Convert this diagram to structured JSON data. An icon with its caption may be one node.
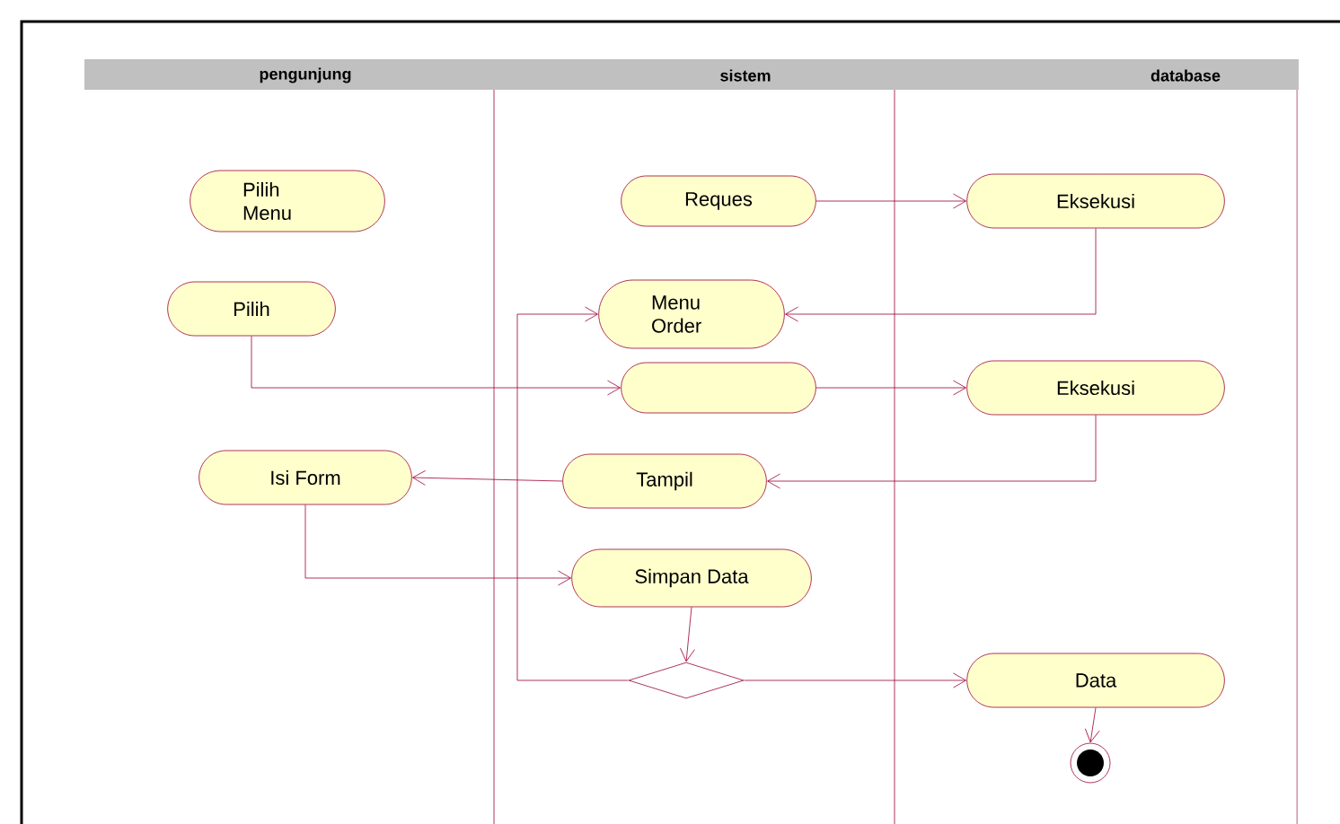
{
  "diagram": {
    "nodes": [
      {
        "text": [
          "Pilih Menu"
        ]
      },
      {
        "text": [
          "Pilih"
        ]
      },
      {
        "text": [
          "Isi Form"
        ]
      },
      {
        "text": [
          "Reques"
        ]
      },
      {
        "text": [
          "Menu Order"
        ]
      },
      {
        "text": [],
        "shape": "box"
      },
      {
        "text": [
          "Tampil"
        ]
      },
      {
        "text": [
          "Simpan Data"
        ]
      },
      {
        "text": [],
        "shape": "diamond"
      },
      {
        "text": [
          "Eksekusi"
        ]
      },
      {
        "text": [
          "Eksekusi"
        ]
      },
      {
        "text": [
          "Data"
        ]
      },
      {
        "text": [],
        "shape": "circle"
      }
    ],
    "edges": [
      {
        "from": 1,
        "to": 5,
        "arrow": "to"
      },
      {
        "from": 3,
        "to": 9,
        "arrow": "to"
      },
      {
        "from": 9,
        "to": 4,
        "arrow": "to"
      },
      {
        "from": 5,
        "to": 10,
        "arrow": "to"
      },
      {
        "from": 10,
        "to": 6,
        "arrow": "to"
      },
      {
        "from": 6,
        "to": 2,
        "arrow": "to"
      },
      {
        "from": 2,
        "to": 7,
        "arrow": "to"
      },
      {
        "from": 7,
        "to": 8,
        "arrow": "to"
      },
      {
        "from": 8,
        "to": 4,
        "arrow": "to"
      },
      {
        "from": 8,
        "to": 11,
        "arrow": "to"
      },
      {
        "from": 11,
        "to": 12,
        "arrow": "to"
      }
    ],
    "labels": [
      "pengunjung",
      "sistem",
      "database"
    ]
  }
}
